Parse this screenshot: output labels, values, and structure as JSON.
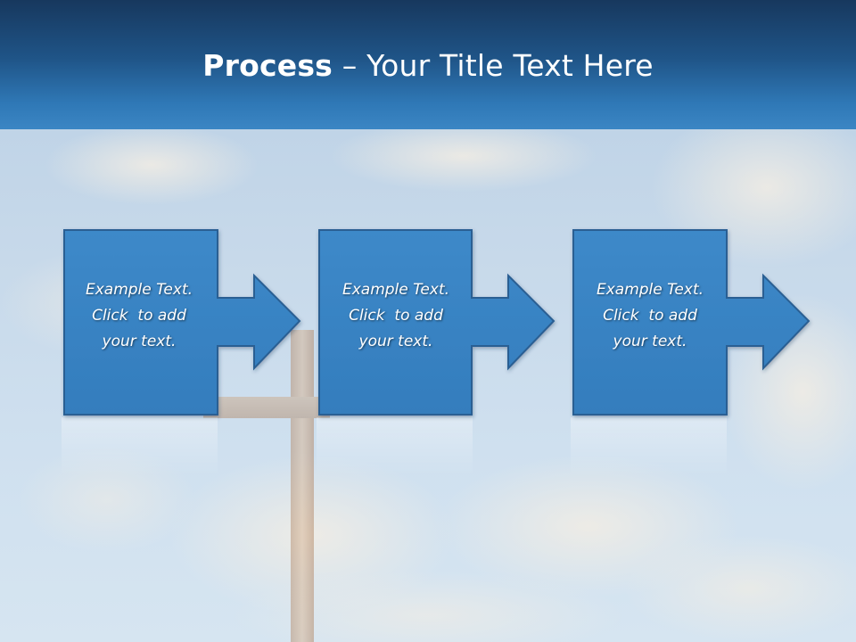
{
  "title": {
    "bold": "Process",
    "rest": " – Your Title Text Here"
  },
  "steps": [
    {
      "lines": [
        "Example Text.",
        "Click  to add",
        "your text."
      ]
    },
    {
      "lines": [
        "Example Text.",
        "Click  to add",
        "your text."
      ]
    },
    {
      "lines": [
        "Example Text.",
        "Click  to add",
        "your text."
      ]
    }
  ],
  "colors": {
    "title_bar_top": "#17385e",
    "title_bar_bottom": "#3b86c4",
    "box_fill": "#3a84c4",
    "box_border": "#2a5f93",
    "sky": "#c7d9ea"
  },
  "icons": [
    "cross-image",
    "arrow-right-shape"
  ]
}
